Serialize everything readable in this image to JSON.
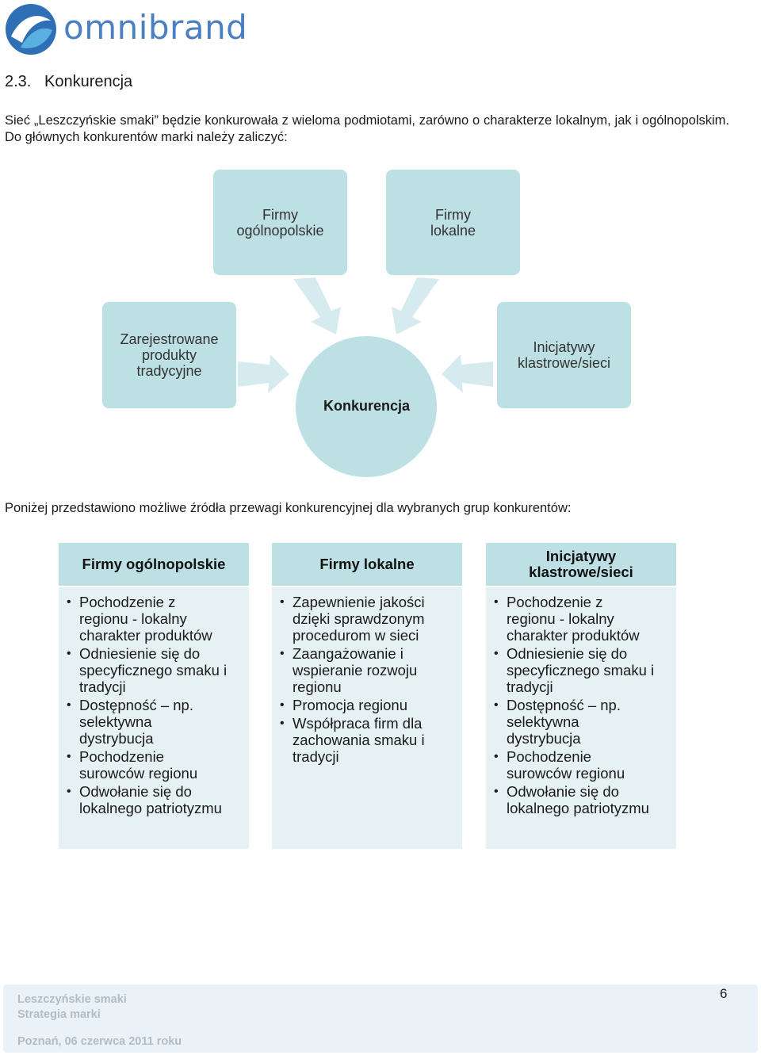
{
  "brand": {
    "name": "omnibrand",
    "color": "#4a7fc1"
  },
  "section": {
    "number": "2.3.",
    "title": "Konkurencja"
  },
  "intro": "Sieć „Leszczyńskie smaki” będzie konkurowała z wieloma podmiotami, zarówno o charakterze lokalnym, jak i ogólnopolskim. Do głównych konkurentów marki należy zaliczyć:",
  "diagram": {
    "center": "Konkurencja",
    "nodes": [
      {
        "label": "Firmy ogólnopolskie"
      },
      {
        "label": "Firmy lokalne"
      },
      {
        "label": "Zarejestrowane produkty tradycyjne"
      },
      {
        "label": "Inicjatywy klastrowe/sieci"
      }
    ],
    "box_color": "#bde0e5",
    "arrow_color": "#d6ebef"
  },
  "subintro": "Poniżej przedstawiono możliwe źródła przewagi konkurencyjnej dla wybranych grup konkurentów:",
  "columns": [
    {
      "title": "Firmy ogólnopolskie",
      "items": [
        "Pochodzenie  z regionu - lokalny charakter produktów",
        "Odniesienie się do specyficznego smaku i tradycji",
        "Dostępność – np. selektywna dystrybucja",
        "Pochodzenie surowców regionu",
        "Odwołanie się do lokalnego patriotyzmu"
      ]
    },
    {
      "title": "Firmy lokalne",
      "items": [
        "Zapewnienie jakości dzięki sprawdzonym procedurom w sieci",
        "Zaangażowanie i wspieranie rozwoju regionu",
        "Promocja regionu",
        "Współpraca firm dla zachowania smaku i tradycji"
      ]
    },
    {
      "title": "Inicjatywy klastrowe/sieci",
      "items": [
        "Pochodzenie  z regionu - lokalny charakter produktów",
        "Odniesienie się do specyficznego smaku i tradycji",
        "Dostępność – np. selektywna dystrybucja",
        "Pochodzenie surowców regionu",
        "Odwołanie się do lokalnego patriotyzmu"
      ]
    }
  ],
  "footer": {
    "line1": "Leszczyńskie smaki",
    "line2": "Strategia marki",
    "line3": "Poznań, 06 czerwca 2011 roku"
  },
  "page_number": "6"
}
